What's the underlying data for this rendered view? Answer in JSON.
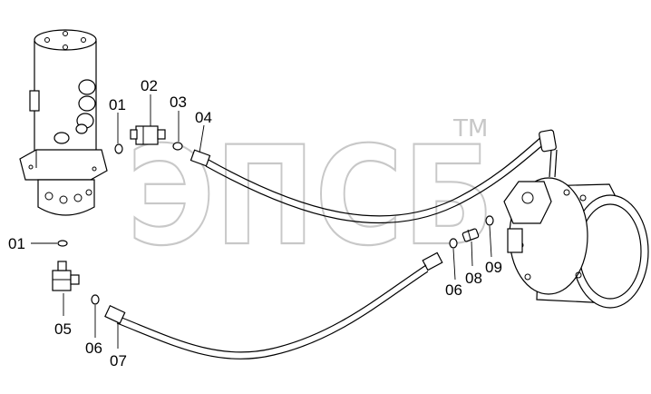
{
  "watermark": {
    "text": "ЭПСБ",
    "mark": "TM"
  },
  "callouts": [
    {
      "id": "c01a",
      "label": "01"
    },
    {
      "id": "c02",
      "label": "02"
    },
    {
      "id": "c03",
      "label": "03"
    },
    {
      "id": "c04",
      "label": "04"
    },
    {
      "id": "c01b",
      "label": "01"
    },
    {
      "id": "c05",
      "label": "05"
    },
    {
      "id": "c06a",
      "label": "06"
    },
    {
      "id": "c07",
      "label": "07"
    },
    {
      "id": "c06b",
      "label": "06"
    },
    {
      "id": "c08",
      "label": "08"
    },
    {
      "id": "c09",
      "label": "09"
    }
  ]
}
